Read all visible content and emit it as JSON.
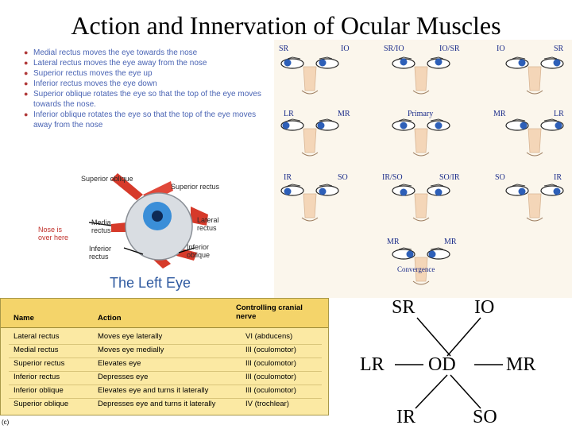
{
  "title": "Action and Innervation of Ocular Muscles",
  "bullets": [
    "Medial rectus moves the eye towards the nose",
    "Lateral rectus moves the eye away from the nose",
    "Superior rectus moves the eye up",
    "Inferior rectus moves the eye down",
    "Superior oblique rotates the eye so that the top of the eye moves towards the nose.",
    "Inferior oblique rotates the eye so that the top of the eye moves away from the nose"
  ],
  "eye_illustration": {
    "labels": {
      "superior_oblique": "Superior oblique",
      "superior_rectus": "Superior rectus",
      "media_rectus": "Media rectus",
      "lateral_rectus": "Lateral rectus",
      "nose_note": "Nose is over here",
      "inferior_rectus": "Inferior rectus",
      "inferior_oblique": "Inferior oblique"
    },
    "caption": "The Left Eye"
  },
  "gaze_grid": {
    "row1": [
      "SR",
      "IO",
      "SR/IO",
      "IO/SR",
      "IO",
      "SR"
    ],
    "row2": [
      "LR",
      "MR",
      "Primary",
      "MR",
      "LR"
    ],
    "row3": [
      "IR",
      "SO",
      "IR/SO",
      "SO/IR",
      "SO",
      "IR"
    ],
    "row4": [
      "MR",
      "MR"
    ],
    "convergence": "Convergence"
  },
  "nerve_table": {
    "headers": {
      "name": "Name",
      "action": "Action",
      "nerve": "Controlling cranial nerve"
    },
    "rows": [
      {
        "name": "Lateral rectus",
        "action": "Moves eye laterally",
        "nerve": "VI (abducens)"
      },
      {
        "name": "Medial rectus",
        "action": "Moves eye medially",
        "nerve": "III (oculomotor)"
      },
      {
        "name": "Superior rectus",
        "action": "Elevates eye",
        "nerve": "III (oculomotor)"
      },
      {
        "name": "Inferior rectus",
        "action": "Depresses eye",
        "nerve": "III (oculomotor)"
      },
      {
        "name": "Inferior oblique",
        "action": "Elevates eye and turns it laterally",
        "nerve": "III (oculomotor)"
      },
      {
        "name": "Superior oblique",
        "action": "Depresses eye and turns it laterally",
        "nerve": "IV (trochlear)"
      }
    ],
    "figure_label": "(c)"
  },
  "od_diagram": {
    "center": "OD",
    "sr": "SR",
    "io": "IO",
    "lr": "LR",
    "mr": "MR",
    "ir": "IR",
    "so": "SO"
  },
  "colors": {
    "iris": "#2d5fb8",
    "skin": "#f4d6b8",
    "bullet_text": "#4a64b4",
    "bullet_dot": "#b03a3a",
    "table_bg": "#fbe9a3",
    "table_header": "#f4d46a"
  }
}
